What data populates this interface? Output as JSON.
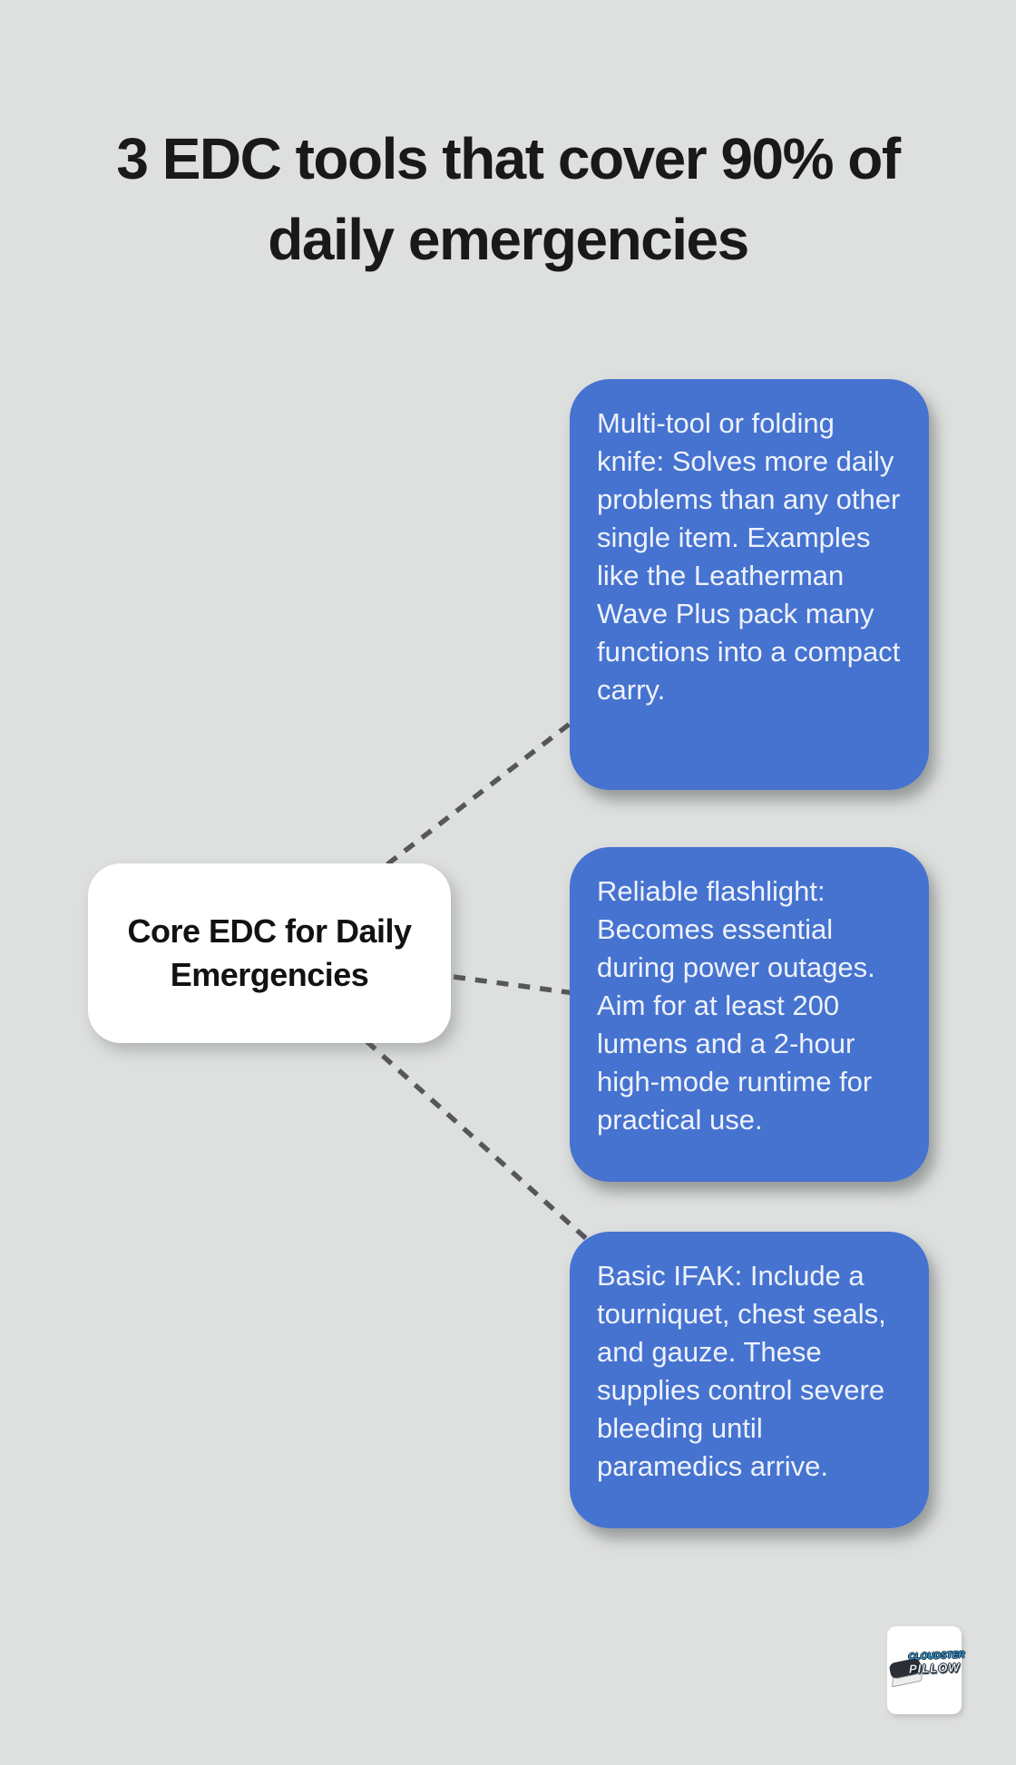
{
  "title": {
    "text": "3 EDC tools that cover 90% of daily emergencies",
    "lines": [
      "3 EDC tools that cover 90% of",
      "daily emergencies"
    ]
  },
  "center_node": {
    "text": "Core EDC for Daily Emergencies",
    "lines": [
      "Core EDC for Daily",
      "Emergencies"
    ]
  },
  "cards": [
    {
      "text": "Multi-tool or folding knife: Solves more daily problems than any other single item. Examples like the Leatherman Wave Plus pack many functions into a compact carry."
    },
    {
      "text": "Reliable flashlight: Becomes essential during power outages. Aim for at least 200 lumens and a 2-hour high-mode runtime for practical use."
    },
    {
      "text": "Basic IFAK: Include a tourniquet, chest seals, and gauze. These supplies control severe bleeding until paramedics arrive."
    }
  ],
  "logo": {
    "line1": "CLOUDSTER",
    "line2": "PILLOW"
  },
  "colors": {
    "background": "#dee0df",
    "card_bg": "#4673d0",
    "card_text": "#eef2fb",
    "title_text": "#191919",
    "connector": "#56575b",
    "node_bg": "#ffffff",
    "logo_blue": "#3aa9e9",
    "logo_silver": "#e4e7eb"
  }
}
